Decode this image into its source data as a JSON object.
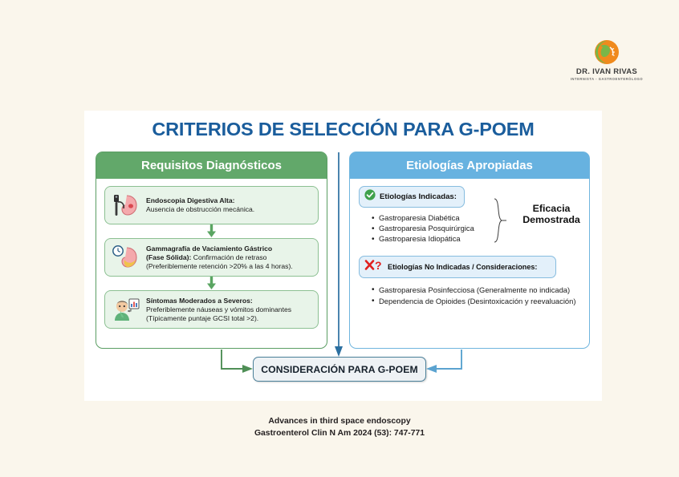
{
  "logo": {
    "name": "DR. IVAN RIVAS",
    "subtitle": "INTERNISTA - GASTROENTERÓLOGO",
    "mark_green": "#7ab648",
    "mark_orange": "#f08a1d"
  },
  "title": "CRITERIOS DE SELECCIÓN PARA G-POEM",
  "colors": {
    "title_blue": "#1a5d9c",
    "green_header": "#62a86a",
    "blue_header": "#67b2e0",
    "green_border": "#5b9e63",
    "blue_border": "#6fb5de",
    "card_fill": "#e8f4e9",
    "pill_fill": "#e3f0fa",
    "check_green": "#3fa14b",
    "x_red": "#e02020",
    "background": "#faf6ec"
  },
  "left_column": {
    "header": "Requisitos Diagnósticos",
    "cards": [
      {
        "icon": "endoscope-stomach-icon",
        "title": "Endoscopia Digestiva Alta:",
        "body": "Ausencia de obstrucción mecánica."
      },
      {
        "icon": "clock-stomach-icon",
        "title": "Gammagrafía de Vaciamiento Gástrico",
        "title2": "(Fase Sólida):",
        "body": " Confirmación de retraso",
        "body2": "(Preferiblemente retención >20% a las 4 horas)."
      },
      {
        "icon": "nauseated-patient-chart-icon",
        "title": "Síntomas Moderados a Severos:",
        "body": "Preferiblemente náuseas y vómitos dominantes",
        "body2": "(Típicamente puntaje GCSI total >2)."
      }
    ]
  },
  "right_column": {
    "header": "Etiologías Apropiadas",
    "indicated": {
      "badge_icon": "check-circle-icon",
      "label": "Etiologías Indicadas:",
      "items": [
        "Gastroparesia Diabética",
        "Gastroparesia Posquirúrgica",
        "Gastroparesia Idiopática"
      ],
      "annotation_line1": "Eficacia",
      "annotation_line2": "Demostrada"
    },
    "not_indicated": {
      "badge_icon": "x-question-icon",
      "label": "Etiologías No Indicadas / Consideraciones:",
      "items": [
        "Gastroparesia Posinfecciosa (Generalmente no indicada)",
        "Dependencia de Opioides (Desintoxicación y reevaluación)"
      ]
    }
  },
  "result_box": {
    "label": "CONSIDERACIÓN PARA G-POEM"
  },
  "citation": {
    "line1": "Advances in third space endoscopy",
    "line2": "Gastroenterol Clin N Am 2024 (53): 747-771"
  }
}
